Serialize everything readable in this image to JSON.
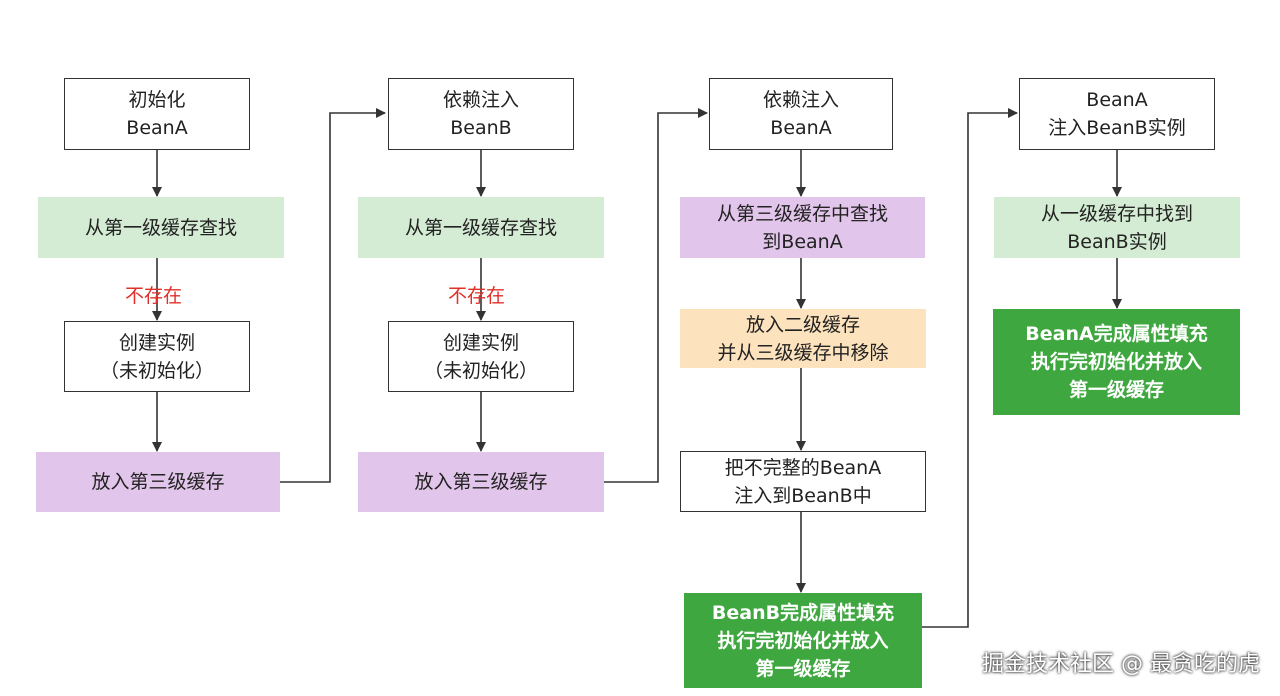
{
  "columns": [
    {
      "start": [
        "初始化",
        "BeanA"
      ],
      "lookup": "从第一级缓存查找",
      "missing": "不存在",
      "create": [
        "创建实例",
        "（未初始化）"
      ],
      "cache3": "放入第三级缓存"
    },
    {
      "start": [
        "依赖注入",
        "BeanB"
      ],
      "lookup": "从第一级缓存查找",
      "missing": "不存在",
      "create": [
        "创建实例",
        "（未初始化）"
      ],
      "cache3": "放入第三级缓存"
    },
    {
      "start": [
        "依赖注入",
        "BeanA"
      ],
      "lookup": [
        "从第三级缓存中查找",
        "到BeanA"
      ],
      "move": [
        "放入二级缓存",
        "并从三级缓存中移除"
      ],
      "inject": [
        "把不完整的BeanA",
        "注入到BeanB中"
      ],
      "done": [
        "BeanB完成属性填充",
        "执行完初始化并放入",
        "第一级缓存"
      ]
    },
    {
      "start": [
        "BeanA",
        "注入BeanB实例"
      ],
      "lookup": [
        "从一级缓存中找到",
        "BeanB实例"
      ],
      "done": [
        "BeanA完成属性填充",
        "执行完初始化并放入",
        "第一级缓存"
      ]
    }
  ],
  "watermark": "掘金技术社区 @ 最贪吃的虎",
  "colors": {
    "lookup_green": "#d4ecd3",
    "cache3_purple": "#e2c5ea",
    "cache2_orange": "#fde3bd",
    "complete_green": "#3fa73f",
    "missing_red": "#e0302a"
  }
}
